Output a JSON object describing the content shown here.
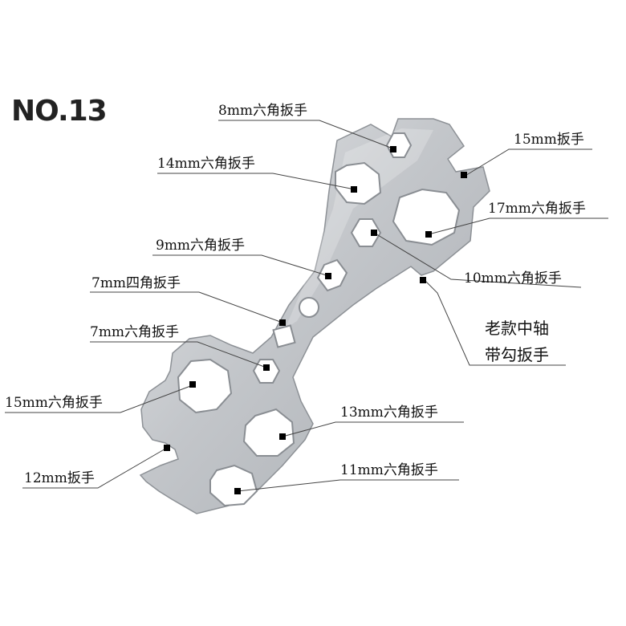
{
  "model_number": "NO.13",
  "colors": {
    "leader_line": "#444444",
    "marker": "#000000",
    "wrench_metal": "#c9ccd0"
  },
  "labels": {
    "hex_8mm": "8mm六角扳手",
    "hex_14mm": "14mm六角扳手",
    "wrench_15mm_top": "15mm扳手",
    "hex_17mm": "17mm六角扳手",
    "hex_9mm": "9mm六角扳手",
    "hex_10mm": "10mm六角扳手",
    "square_7mm": "7mm四角扳手",
    "hook_line1": "老款中轴",
    "hook_line2": "带勾扳手",
    "hex_7mm": "7mm六角扳手",
    "hex_15mm": "15mm六角扳手",
    "hex_13mm": "13mm六角扳手",
    "wrench_12mm": "12mm扳手",
    "hex_11mm": "11mm六角扳手"
  },
  "watermark": {
    "type": "faint-text-watermark"
  }
}
